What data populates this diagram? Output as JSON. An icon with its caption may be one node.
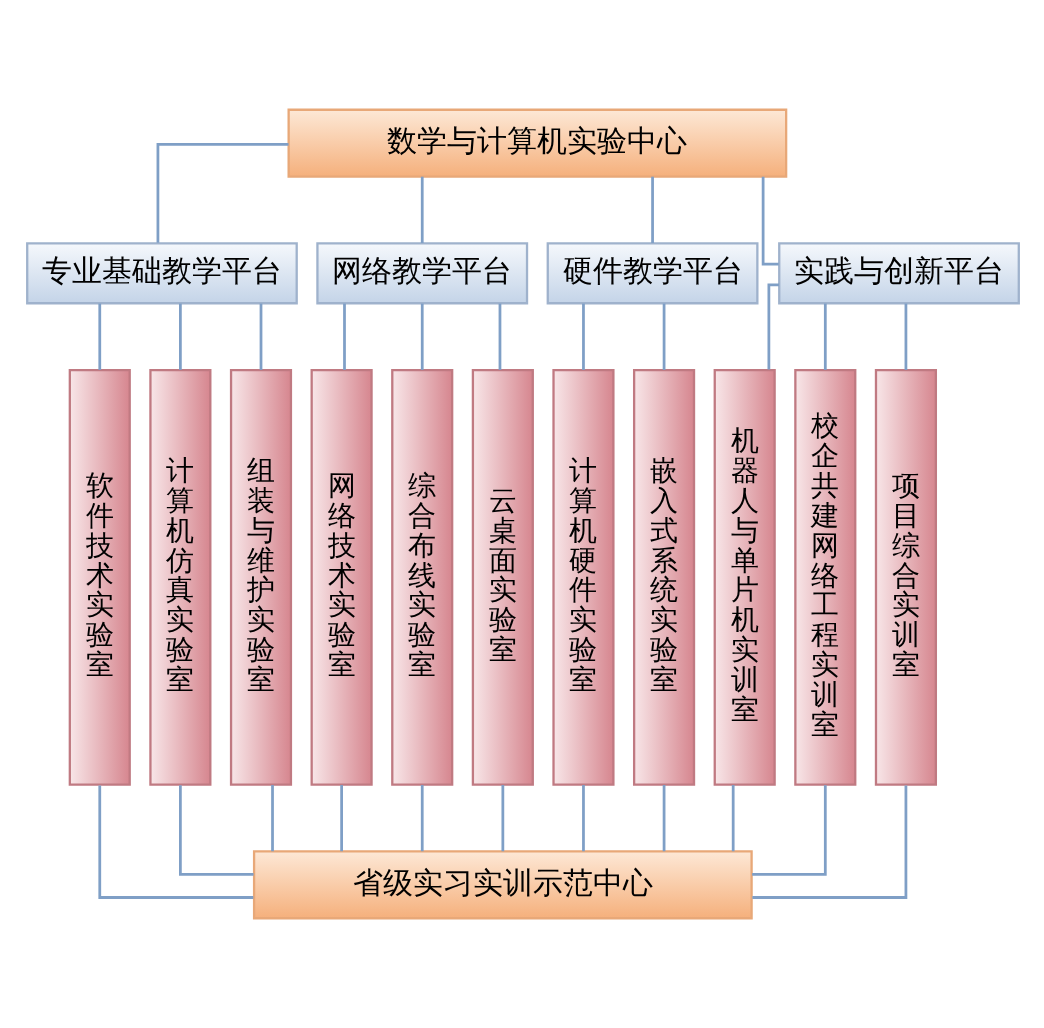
{
  "diagram": {
    "nodes": [
      {
        "text": [
          "数学与计算机实验中心"
        ]
      },
      {
        "text": [
          "专业基础教学平台"
        ]
      },
      {
        "text": [
          "网络教学平台"
        ]
      },
      {
        "text": [
          "硬件教学平台"
        ]
      },
      {
        "text": [
          "实践与创新平台"
        ]
      },
      {
        "text": [
          "软件技术实验室"
        ]
      },
      {
        "text": [
          "计算机仿真实验室"
        ]
      },
      {
        "text": [
          "组装与维护实验室"
        ]
      },
      {
        "text": [
          "网络技术实验室"
        ]
      },
      {
        "text": [
          "综合布线实验室"
        ]
      },
      {
        "text": [
          "云桌面实验室"
        ]
      },
      {
        "text": [
          "计算机硬件实验室"
        ]
      },
      {
        "text": [
          "嵌入式系统实验室"
        ]
      },
      {
        "text": [
          "机器人与单片机实训室"
        ]
      },
      {
        "text": [
          "校企共建网络工程实训室"
        ]
      },
      {
        "text": [
          "项目综合实训室"
        ]
      },
      {
        "text": [
          "省级实习实训示范中心"
        ]
      }
    ],
    "edges": [
      {
        "from": 0,
        "to": 1,
        "arrow": "none"
      },
      {
        "from": 0,
        "to": 2,
        "arrow": "none"
      },
      {
        "from": 0,
        "to": 3,
        "arrow": "none"
      },
      {
        "from": 0,
        "to": 4,
        "arrow": "none"
      },
      {
        "from": 1,
        "to": 5,
        "arrow": "none"
      },
      {
        "from": 1,
        "to": 6,
        "arrow": "none"
      },
      {
        "from": 1,
        "to": 7,
        "arrow": "none"
      },
      {
        "from": 2,
        "to": 8,
        "arrow": "none"
      },
      {
        "from": 2,
        "to": 9,
        "arrow": "none"
      },
      {
        "from": 2,
        "to": 10,
        "arrow": "none"
      },
      {
        "from": 3,
        "to": 11,
        "arrow": "none"
      },
      {
        "from": 3,
        "to": 12,
        "arrow": "none"
      },
      {
        "from": 4,
        "to": 13,
        "arrow": "none"
      },
      {
        "from": 4,
        "to": 14,
        "arrow": "none"
      },
      {
        "from": 4,
        "to": 15,
        "arrow": "none"
      },
      {
        "from": 5,
        "to": 16,
        "arrow": "none"
      },
      {
        "from": 6,
        "to": 16,
        "arrow": "none"
      },
      {
        "from": 7,
        "to": 16,
        "arrow": "none"
      },
      {
        "from": 8,
        "to": 16,
        "arrow": "none"
      },
      {
        "from": 9,
        "to": 16,
        "arrow": "none"
      },
      {
        "from": 10,
        "to": 16,
        "arrow": "none"
      },
      {
        "from": 11,
        "to": 16,
        "arrow": "none"
      },
      {
        "from": 12,
        "to": 16,
        "arrow": "none"
      },
      {
        "from": 13,
        "to": 16,
        "arrow": "none"
      },
      {
        "from": 14,
        "to": 16,
        "arrow": "none"
      },
      {
        "from": 15,
        "to": 16,
        "arrow": "none"
      }
    ]
  }
}
